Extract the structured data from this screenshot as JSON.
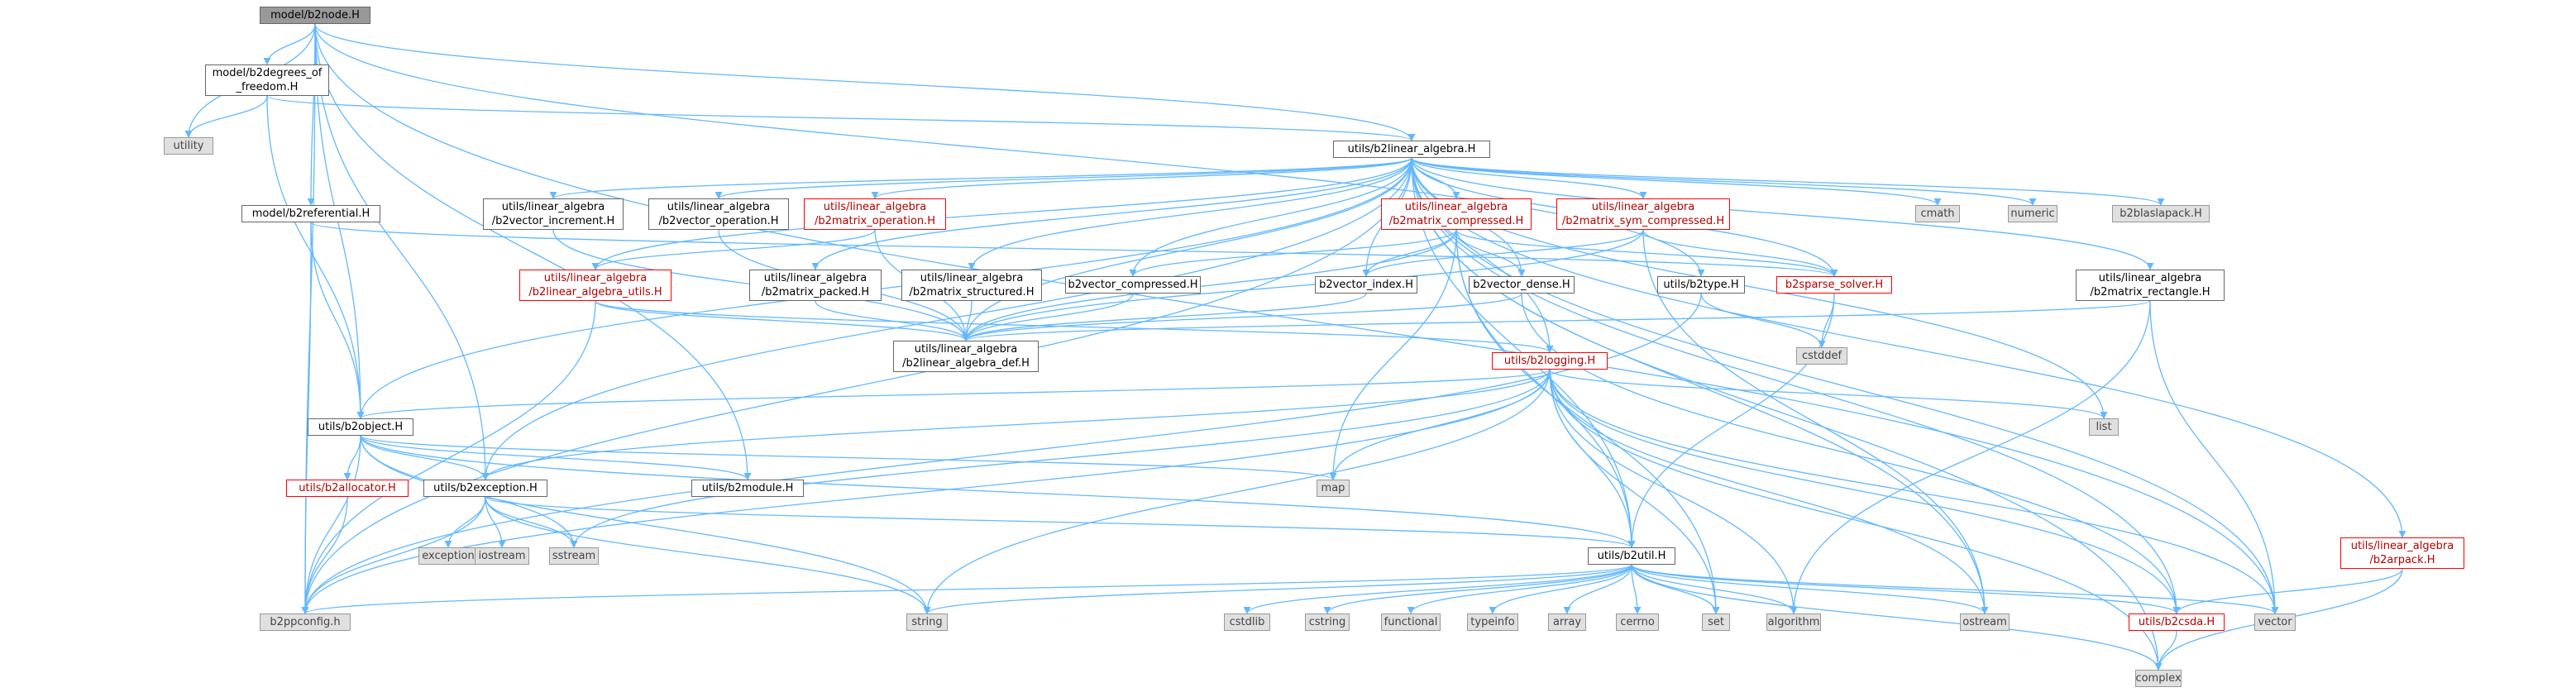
{
  "diagram": {
    "edge_color": "#63b8ff",
    "nodes": {
      "b2node": "model/b2node.H",
      "b2degrees": "model/b2degrees_of\n_freedom.H",
      "utility": "utility",
      "b2linear_algebra": "utils/b2linear_algebra.H",
      "b2referential": "model/b2referential.H",
      "b2vector_increment": "utils/linear_algebra\n/b2vector_increment.H",
      "b2vector_operation": "utils/linear_algebra\n/b2vector_operation.H",
      "b2matrix_operation": "utils/linear_algebra\n/b2matrix_operation.H",
      "b2matrix_compressed": "utils/linear_algebra\n/b2matrix_compressed.H",
      "b2matrix_sym_compressed": "utils/linear_algebra\n/b2matrix_sym_compressed.H",
      "cmath": "cmath",
      "numeric": "numeric",
      "b2blaslapack": "b2blaslapack.H",
      "b2linear_algebra_utils": "utils/linear_algebra\n/b2linear_algebra_utils.H",
      "b2matrix_packed": "utils/linear_algebra\n/b2matrix_packed.H",
      "b2matrix_structured": "utils/linear_algebra\n/b2matrix_structured.H",
      "b2vector_compressed": "b2vector_compressed.H",
      "b2vector_index": "b2vector_index.H",
      "b2vector_dense": "b2vector_dense.H",
      "b2type": "utils/b2type.H",
      "b2sparse_solver": "b2sparse_solver.H",
      "b2matrix_rectangle": "utils/linear_algebra\n/b2matrix_rectangle.H",
      "b2linear_algebra_def": "utils/linear_algebra\n/b2linear_algebra_def.H",
      "cstddef": "cstddef",
      "b2logging": "utils/b2logging.H",
      "b2object": "utils/b2object.H",
      "list": "list",
      "map": "map",
      "b2allocator": "utils/b2allocator.H",
      "b2exception": "utils/b2exception.H",
      "b2module": "utils/b2module.H",
      "exception": "exception",
      "iostream": "iostream",
      "sstream": "sstream",
      "b2util": "utils/b2util.H",
      "b2arpack": "utils/linear_algebra\n/b2arpack.H",
      "b2ppconfig": "b2ppconfig.h",
      "string": "string",
      "cstdlib": "cstdlib",
      "cstring": "cstring",
      "functional": "functional",
      "typeinfo": "typeinfo",
      "array": "array",
      "cerrno": "cerrno",
      "set": "set",
      "algorithm": "algorithm",
      "ostream": "ostream",
      "b2csda": "utils/b2csda.H",
      "vector": "vector",
      "complex": "complex"
    }
  }
}
